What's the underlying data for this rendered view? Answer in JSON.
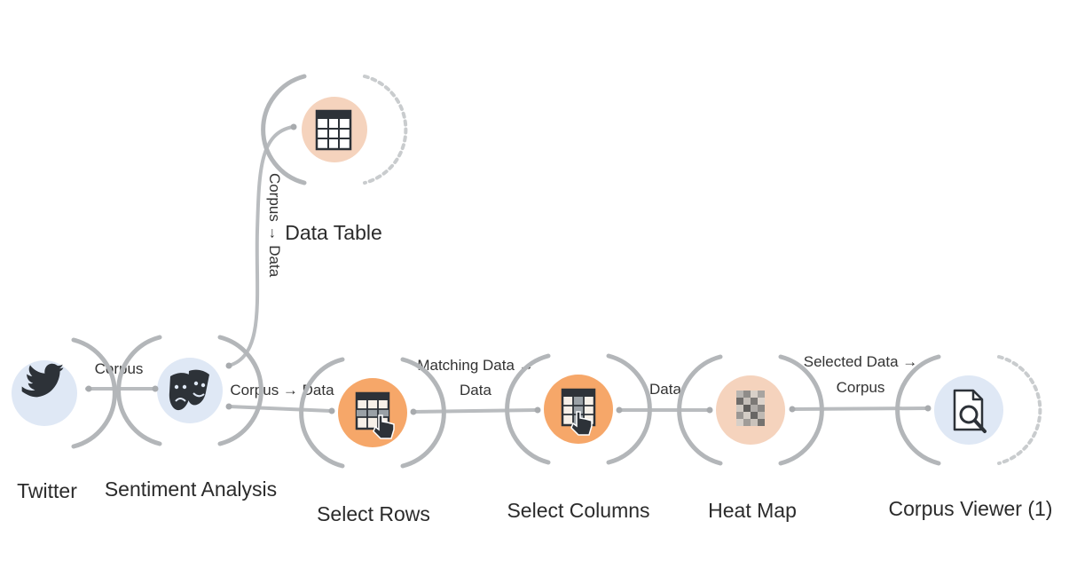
{
  "nodes": {
    "twitter": {
      "label": "Twitter",
      "icon": "twitter-bird-icon",
      "color": "#dfe8f5"
    },
    "sentiment": {
      "label": "Sentiment Analysis",
      "icon": "theater-masks-icon",
      "color": "#dfe8f5"
    },
    "data_table": {
      "label": "Data Table",
      "icon": "table-icon",
      "color": "#f5d3bd"
    },
    "select_rows": {
      "label": "Select Rows",
      "icon": "select-rows-icon",
      "color": "#f6a769"
    },
    "select_columns": {
      "label": "Select Columns",
      "icon": "select-columns-icon",
      "color": "#f6a769"
    },
    "heat_map": {
      "label": "Heat Map",
      "icon": "heat-map-icon",
      "color": "#f5d3bd"
    },
    "corpus_viewer": {
      "label": "Corpus Viewer (1)",
      "icon": "document-search-icon",
      "color": "#dfe8f5"
    }
  },
  "links": {
    "twitter_sentiment": {
      "label": "Corpus"
    },
    "sentiment_datatable": {
      "label": "Corpus → Data"
    },
    "sentiment_selectrows": {
      "label": "Corpus → Data"
    },
    "selectrows_selectcolumns": {
      "line1": "Matching Data →",
      "line2": "Data"
    },
    "selectcolumns_heatmap": {
      "label": "Data"
    },
    "heatmap_corpusviewer": {
      "line1": "Selected Data →",
      "line2": "Corpus"
    }
  }
}
